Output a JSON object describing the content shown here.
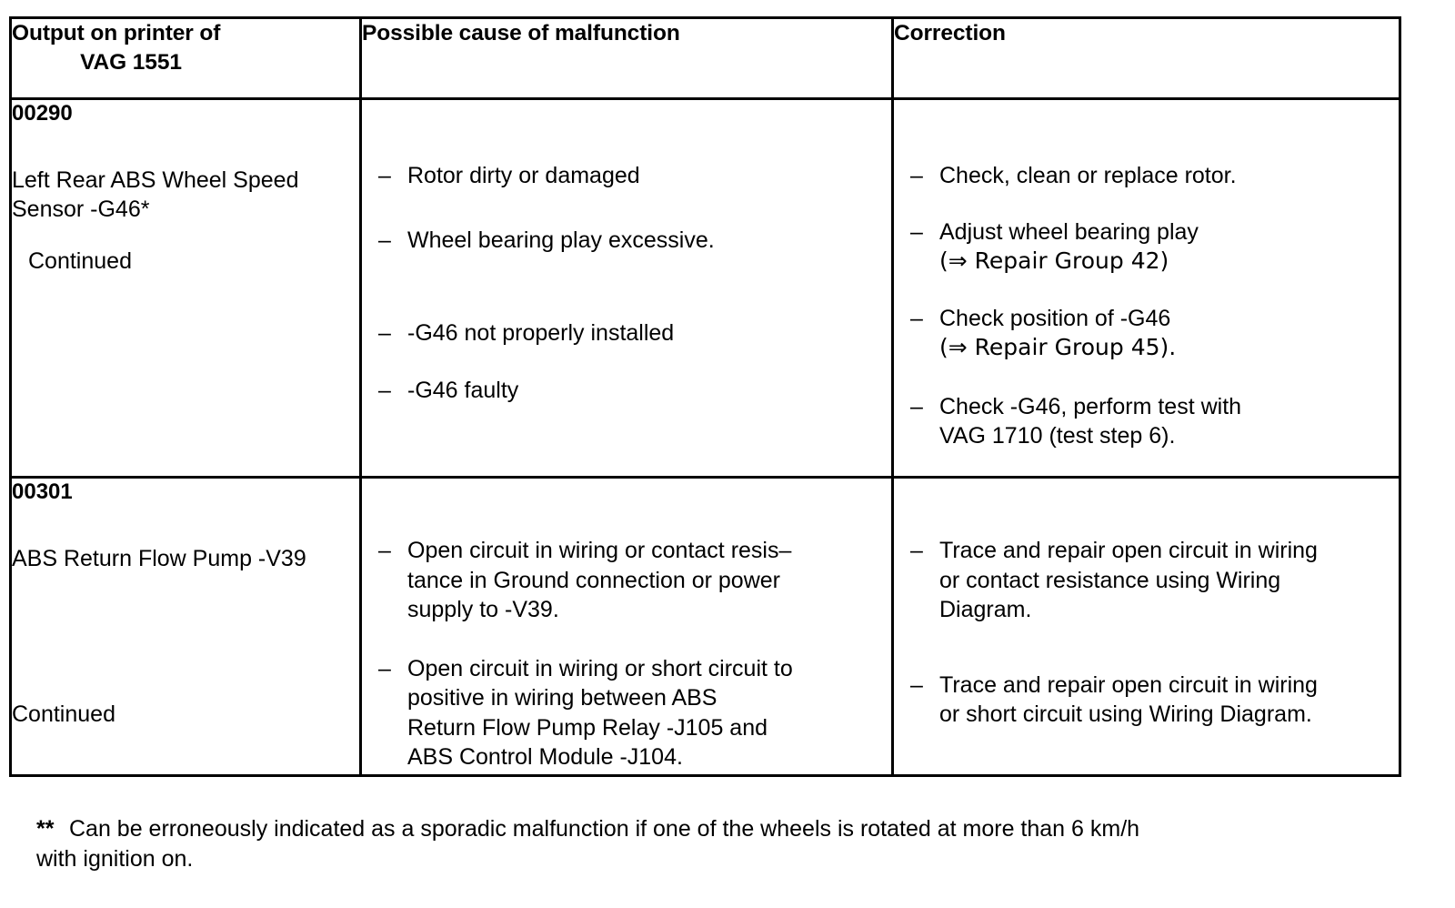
{
  "table": {
    "headers": [
      {
        "line1": "Output on printer of",
        "line2": "VAG 1551"
      },
      {
        "line1": "Possible cause of malfunction",
        "line2": ""
      },
      {
        "line1": "Correction",
        "line2": ""
      }
    ],
    "rows": [
      {
        "code": "00290",
        "component": "Left Rear ABS Wheel Speed Sensor -G46*",
        "continued": "Continued",
        "causes": [
          {
            "lines": [
              "Rotor dirty or damaged"
            ]
          },
          {
            "lines": [
              "Wheel bearing play excessive."
            ]
          },
          {
            "lines": [
              "-G46 not properly installed"
            ]
          },
          {
            "lines": [
              "-G46 faulty"
            ]
          }
        ],
        "corrections": [
          {
            "lines": [
              "Check, clean or replace rotor."
            ]
          },
          {
            "lines": [
              "Adjust wheel bearing play",
              "(⇒ Repair Group 42)"
            ]
          },
          {
            "lines": [
              "Check position of -G46",
              "(⇒ Repair Group 45)."
            ]
          },
          {
            "lines": [
              "Check -G46, perform test with",
              "VAG 1710 (test step 6)."
            ]
          }
        ]
      },
      {
        "code": "00301",
        "component": "ABS Return Flow Pump -V39",
        "continued": "Continued",
        "causes": [
          {
            "lines": [
              "Open circuit in wiring or contact resis–",
              "tance in Ground connection or power",
              "supply to -V39."
            ]
          },
          {
            "lines": [
              "Open circuit in wiring or short circuit to",
              "positive in wiring between ABS",
              "Return Flow Pump Relay -J105 and",
              "ABS Control Module -J104."
            ]
          }
        ],
        "corrections": [
          {
            "lines": [
              "Trace and repair open circuit in wiring",
              "or contact resistance using Wiring",
              "Diagram."
            ]
          },
          {
            "lines": [
              "Trace and repair open circuit in wiring",
              "or short circuit using Wiring Diagram."
            ]
          }
        ]
      }
    ],
    "bullet_dash": "–"
  },
  "footnote": {
    "marker": "**",
    "line1": "Can be erroneously indicated as a sporadic malfunction if one of the wheels is rotated at more than 6 km/h",
    "line2": "with ignition on."
  },
  "colors": {
    "ink": "#000000",
    "paper": "#ffffff"
  }
}
